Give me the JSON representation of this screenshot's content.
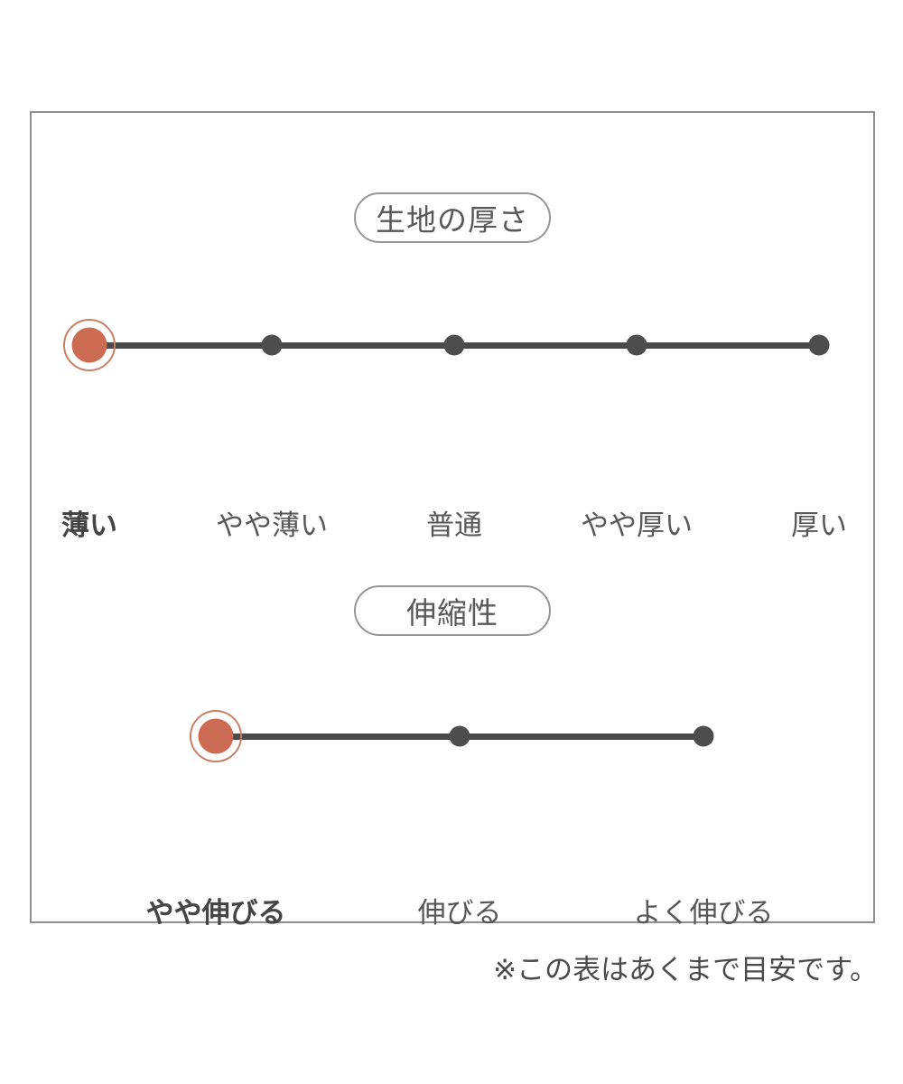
{
  "note": "※この表はあくまで目安です。",
  "colors": {
    "accent_dot": "#cd6a52",
    "accent_ring": "#c87f63",
    "track": "#4a4a4a",
    "frame_border": "#8e8e8e",
    "pill_border": "#969696",
    "label_text": "#575757",
    "selected_label_text": "#454545"
  },
  "chart_data": [
    {
      "type": "scale",
      "title": "生地の厚さ",
      "categories": [
        "薄い",
        "やや薄い",
        "普通",
        "やや厚い",
        "厚い"
      ],
      "selected_index": 0,
      "selected_label": "薄い",
      "num_points": 5
    },
    {
      "type": "scale",
      "title": "伸縮性",
      "categories": [
        "やや伸びる",
        "伸びる",
        "よく伸びる"
      ],
      "selected_index": 0,
      "selected_label": "やや伸びる",
      "num_points": 3
    }
  ]
}
